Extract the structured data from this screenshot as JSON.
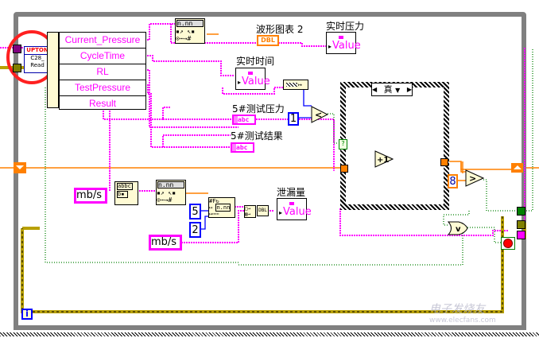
{
  "diagram": {
    "subvi": {
      "line1": "UPTON",
      "line2": "C28_",
      "line3": "Read"
    },
    "unbundle_fields": [
      "Current_Pressure",
      "CycleTime",
      "RL",
      "TestPressure",
      "Result"
    ],
    "labels": {
      "waveform_chart": "波形图表 2",
      "realtime_pressure": "实时压力",
      "realtime_time": "实时时间",
      "test_pressure_5": "5#测试压力",
      "test_result_5": "5#测试结果",
      "leakage": "泄漏量"
    },
    "indicator_value_text": "Value",
    "chart_terminal_text": "DBL",
    "string_ind_text": "abc",
    "case_selector": "真",
    "constants": {
      "compare_one": "1",
      "eight": "8",
      "five": "5",
      "two": "2"
    },
    "unit_strings": [
      "mb/s",
      "mb/s"
    ],
    "operators": {
      "less": "<",
      "increment": "+1",
      "greater": ">",
      "or": "v"
    },
    "iteration_terminal": "i",
    "format_node": "n.nn",
    "watermark": {
      "cn": "电子发烧友",
      "url": "www.elecfans.com"
    }
  },
  "colors": {
    "string_wire": "#ff00ff",
    "numeric_wire": "#ff8000",
    "boolean_wire": "#008000",
    "cluster_wire": "#b8a000",
    "integer_wire": "#0000ff",
    "loop_border": "#808080",
    "annotation_circle": "#ff2020"
  }
}
